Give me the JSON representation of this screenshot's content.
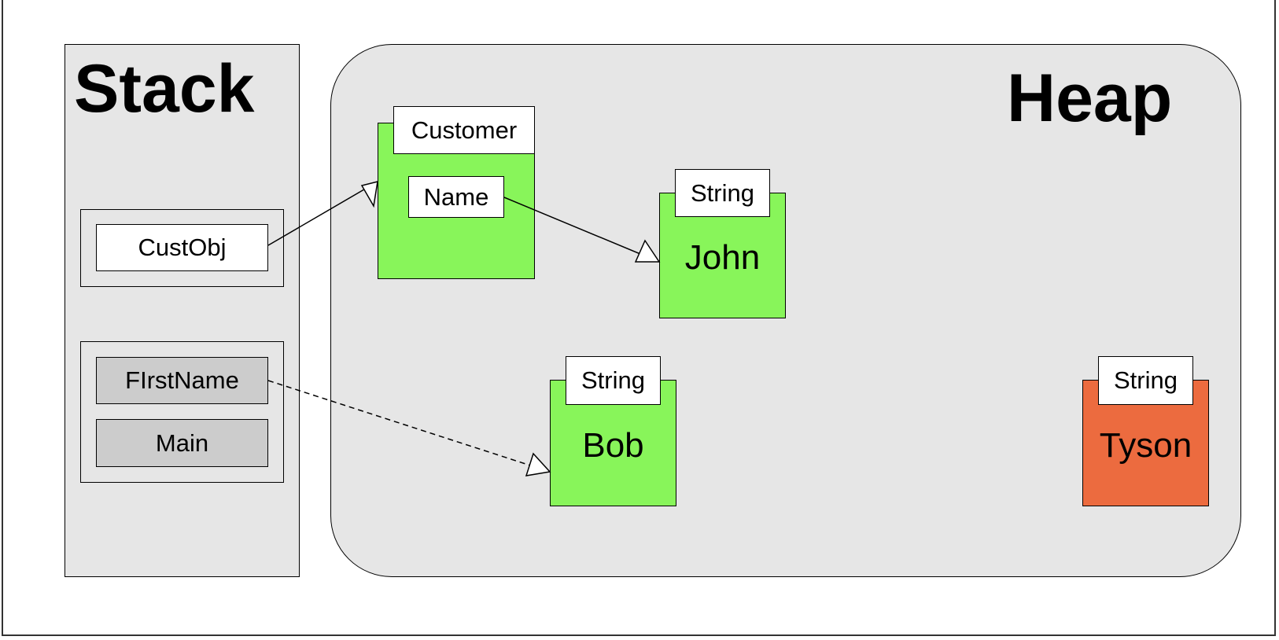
{
  "stack": {
    "title": "Stack",
    "frame1": {
      "slots": [
        "CustObj"
      ]
    },
    "frame2": {
      "slots": [
        "FIrstName",
        "Main"
      ]
    }
  },
  "heap": {
    "title": "Heap",
    "customer": {
      "type": "Customer",
      "field": "Name"
    },
    "john": {
      "type": "String",
      "value": "John"
    },
    "bob": {
      "type": "String",
      "value": "Bob"
    },
    "tyson": {
      "type": "String",
      "value": "Tyson"
    }
  },
  "colors": {
    "reachable": "#88f55a",
    "unreachable": "#ec6b3f",
    "panel": "#e6e6e6"
  },
  "references": [
    {
      "from": "CustObj",
      "to": "Customer",
      "style": "solid"
    },
    {
      "from": "Name",
      "to": "John",
      "style": "solid"
    },
    {
      "from": "FIrstName",
      "to": "Bob",
      "style": "dashed"
    }
  ]
}
